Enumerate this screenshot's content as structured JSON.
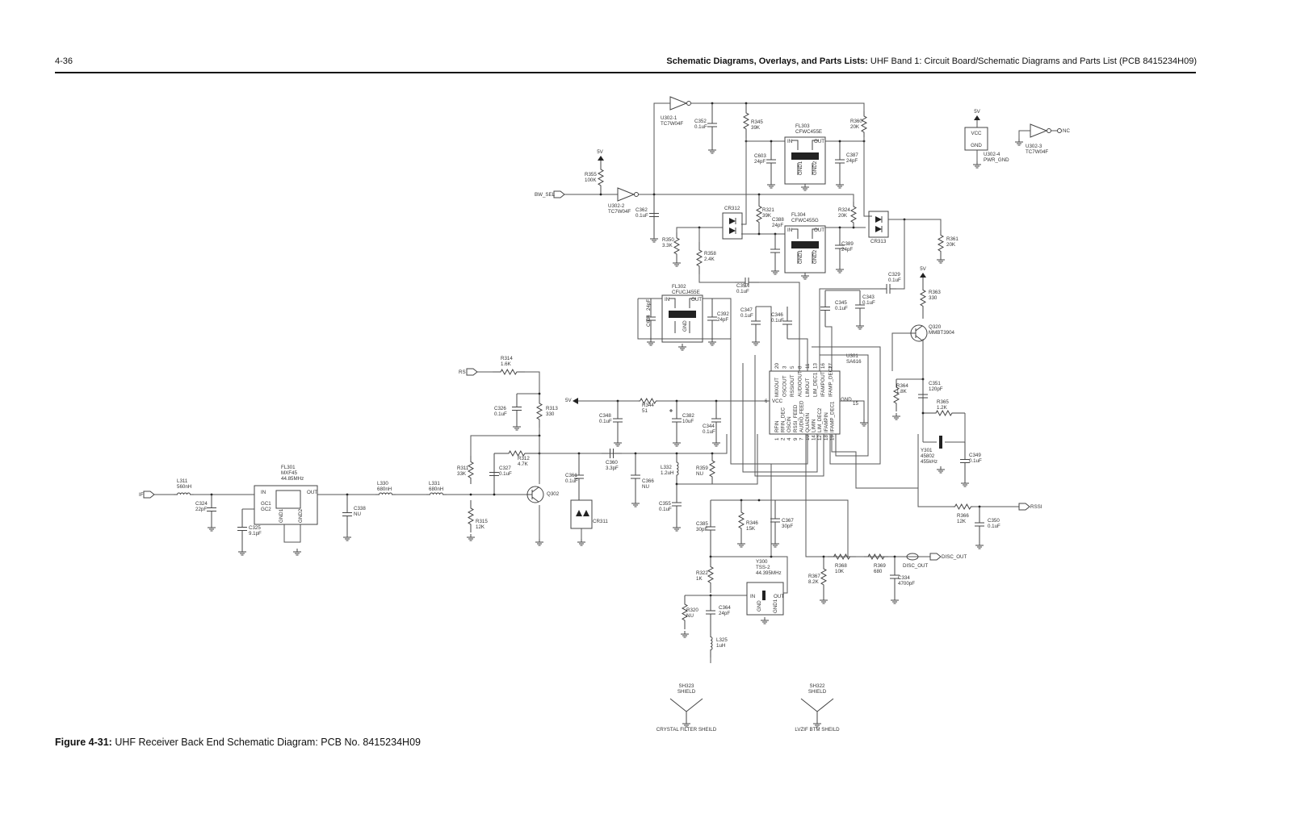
{
  "header": {
    "page_number": "4-36",
    "title_bold": "Schematic Diagrams, Overlays, and Parts Lists:",
    "title_rest": " UHF Band 1: Circuit Board/Schematic Diagrams and Parts List (PCB 8415234H09)"
  },
  "caption": {
    "bold": "Figure 4-31:",
    "rest": " UHF Receiver Back End Schematic Diagram: PCB No. 8415234H09"
  },
  "ports": {
    "IF": "IF",
    "RS": "RS",
    "BW_SEL": "BW_SEL",
    "RSSI": "RSSI",
    "DISC_OUT": "DISC_OUT",
    "DISC_OUT_tp": "DISC_OUT",
    "NC": "NC",
    "v5_a": "5V",
    "v5_b": "5V",
    "v5_c": "5V",
    "v5_d": "5V"
  },
  "parts": {
    "U302_1": {
      "ref": "U302-1",
      "value": "TC7W04F"
    },
    "U302_2": {
      "ref": "U302-2",
      "value": "TC7W04F"
    },
    "U302_3": {
      "ref": "U302-3",
      "value": "TC7W04F"
    },
    "U302_4": {
      "ref": "U302-4",
      "value": "PWR_GND"
    },
    "C352": {
      "ref": "C352",
      "value": "0.1uF"
    },
    "R345": {
      "ref": "R345",
      "value": "39K"
    },
    "FL303": {
      "ref": "FL303",
      "value": "CFWC455E"
    },
    "C603": {
      "ref": "C603",
      "value": "24pF"
    },
    "C387": {
      "ref": "C387",
      "value": "24pF"
    },
    "R360": {
      "ref": "R360",
      "value": "20K"
    },
    "R355": {
      "ref": "R355",
      "value": "100K"
    },
    "C362": {
      "ref": "C362",
      "value": "0.1uF"
    },
    "CR312": {
      "ref": "CR312"
    },
    "R321": {
      "ref": "R321",
      "value": "39K"
    },
    "C388": {
      "ref": "C388",
      "value": "24pF"
    },
    "FL304": {
      "ref": "FL304",
      "value": "CFWC455G"
    },
    "R324": {
      "ref": "R324",
      "value": "20K"
    },
    "CR313": {
      "ref": "CR313"
    },
    "C389": {
      "ref": "C389",
      "value": "24pF"
    },
    "R350": {
      "ref": "R350",
      "value": "3.3K"
    },
    "R358": {
      "ref": "R358",
      "value": "2.4K"
    },
    "R361": {
      "ref": "R361",
      "value": "20K"
    },
    "C357": {
      "ref": "C357",
      "value": "0.1uF"
    },
    "C329": {
      "ref": "C329",
      "value": "0.1uF"
    },
    "R363": {
      "ref": "R363",
      "value": "330"
    },
    "FL302": {
      "ref": "FL302",
      "value": "CFUCJ455E"
    },
    "C604": {
      "ref": "C604",
      "value": "24pF"
    },
    "C392": {
      "ref": "C392",
      "value": "24pF"
    },
    "C347": {
      "ref": "C347",
      "value": "0.1uF"
    },
    "C346": {
      "ref": "C346",
      "value": "0.1uF"
    },
    "C345": {
      "ref": "C345",
      "value": "0.1uF"
    },
    "C343": {
      "ref": "C343",
      "value": "0.1uF"
    },
    "Q320": {
      "ref": "Q320",
      "value": "MMBT3904"
    },
    "U301": {
      "ref": "U301",
      "value": "SA616"
    },
    "R364": {
      "ref": "R364",
      "value": "1.8K"
    },
    "C351": {
      "ref": "C351",
      "value": "120pF"
    },
    "R365": {
      "ref": "R365",
      "value": "1.2K"
    },
    "Y301": {
      "ref": "Y301",
      "value": "45802",
      "freq": "455kHz"
    },
    "C349": {
      "ref": "C349",
      "value": "0.1uF"
    },
    "R314": {
      "ref": "R314",
      "value": "1.6K"
    },
    "C326": {
      "ref": "C326",
      "value": "0.1uF"
    },
    "R313": {
      "ref": "R313",
      "value": "330"
    },
    "R344": {
      "ref": "R344",
      "value": "51"
    },
    "C382": {
      "ref": "C382",
      "value": "10uF"
    },
    "C348": {
      "ref": "C348",
      "value": "0.1uF"
    },
    "C344": {
      "ref": "C344",
      "value": "0.1uF"
    },
    "R311": {
      "ref": "R311",
      "value": "33K"
    },
    "C327": {
      "ref": "C327",
      "value": "0.1uF"
    },
    "R312": {
      "ref": "R312",
      "value": "4.7K"
    },
    "C360": {
      "ref": "C360",
      "value": "3.3pF"
    },
    "C366": {
      "ref": "C366",
      "value": "NU"
    },
    "L332": {
      "ref": "L332",
      "value": "1.2uH"
    },
    "R359": {
      "ref": "R359",
      "value": "NU"
    },
    "C361": {
      "ref": "C361",
      "value": "0.1uF"
    },
    "Q302": {
      "ref": "Q302"
    },
    "CR311": {
      "ref": "CR311"
    },
    "C355": {
      "ref": "C355",
      "value": "0.1uF"
    },
    "L311": {
      "ref": "L311",
      "value": "560nH"
    },
    "C324": {
      "ref": "C324",
      "value": "22pF"
    },
    "FL301": {
      "ref": "FL301",
      "value": "MXF45",
      "freq": "44.85MHz"
    },
    "C325": {
      "ref": "C325",
      "value": "9.1pF"
    },
    "C338": {
      "ref": "C338",
      "value": "NU"
    },
    "L330": {
      "ref": "L330",
      "value": "680nH"
    },
    "L331": {
      "ref": "L331",
      "value": "680nH"
    },
    "R315": {
      "ref": "R315",
      "value": "12K"
    },
    "C385": {
      "ref": "C385",
      "value": "30pF"
    },
    "R346": {
      "ref": "R346",
      "value": "15K"
    },
    "C367": {
      "ref": "C367",
      "value": "30pF"
    },
    "Y300": {
      "ref": "Y300",
      "value": "TSS-2",
      "freq": "44.395MHz"
    },
    "R322": {
      "ref": "R322",
      "value": "1K"
    },
    "R367": {
      "ref": "R367",
      "value": "8.2K"
    },
    "R368": {
      "ref": "R368",
      "value": "10K"
    },
    "R369": {
      "ref": "R369",
      "value": "680"
    },
    "C334": {
      "ref": "C334",
      "value": "4700pF"
    },
    "R366": {
      "ref": "R366",
      "value": "12K"
    },
    "C350": {
      "ref": "C350",
      "value": "0.1uF"
    },
    "R320": {
      "ref": "R320",
      "value": "NU"
    },
    "C364": {
      "ref": "C364",
      "value": "24pF"
    },
    "L325": {
      "ref": "L325",
      "value": "1uH"
    },
    "SH323": {
      "ref": "SH323",
      "value": "SHIELD",
      "desc": "CRYSTAL FILTER SHEILD"
    },
    "SH322": {
      "ref": "SH322",
      "value": "SHIELD",
      "desc": "LVZIF BTM SHEILD"
    }
  },
  "pin_labels": {
    "IN": "IN",
    "OUT": "OUT",
    "GND": "GND",
    "GND1": "GND1",
    "GND2": "GND2",
    "GC1": "GC1",
    "GC2": "GC2",
    "VCC": "VCC"
  },
  "u301_pins": {
    "top": [
      "MIXOUT",
      "OSCOUT",
      "RSSIOUT",
      "AUDIOOUT",
      "LIMOUT",
      "LIM_DEC1",
      "IFAMPOUT",
      "IFAMP_DEC2"
    ],
    "top_nums": [
      "20",
      "3",
      "5",
      "8",
      "11",
      "13",
      "16",
      "17"
    ],
    "bottom": [
      "RFIN",
      "RFIN_DEC",
      "OSCIN",
      "RSSI_FEED",
      "AUDIO_FEED",
      "QUADIN",
      "LIMIN",
      "LIM_DEC2",
      "IFAMPIN",
      "IFAMP_DEC1"
    ],
    "bottom_nums": [
      "1",
      "2",
      "4",
      "9",
      "7",
      "10",
      "14",
      "12",
      "18",
      "19"
    ],
    "vcc": "VCC",
    "vcc_num": "6",
    "gnd": "GND",
    "gnd_num": "15"
  }
}
